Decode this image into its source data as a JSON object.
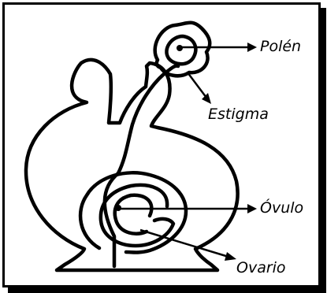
{
  "labels": {
    "pollen": "Polén",
    "stigma": "Estigma",
    "ovule": "Óvulo",
    "ovary": "Ovario"
  },
  "colors": {
    "ink": "#000000",
    "background": "#ffffff"
  }
}
